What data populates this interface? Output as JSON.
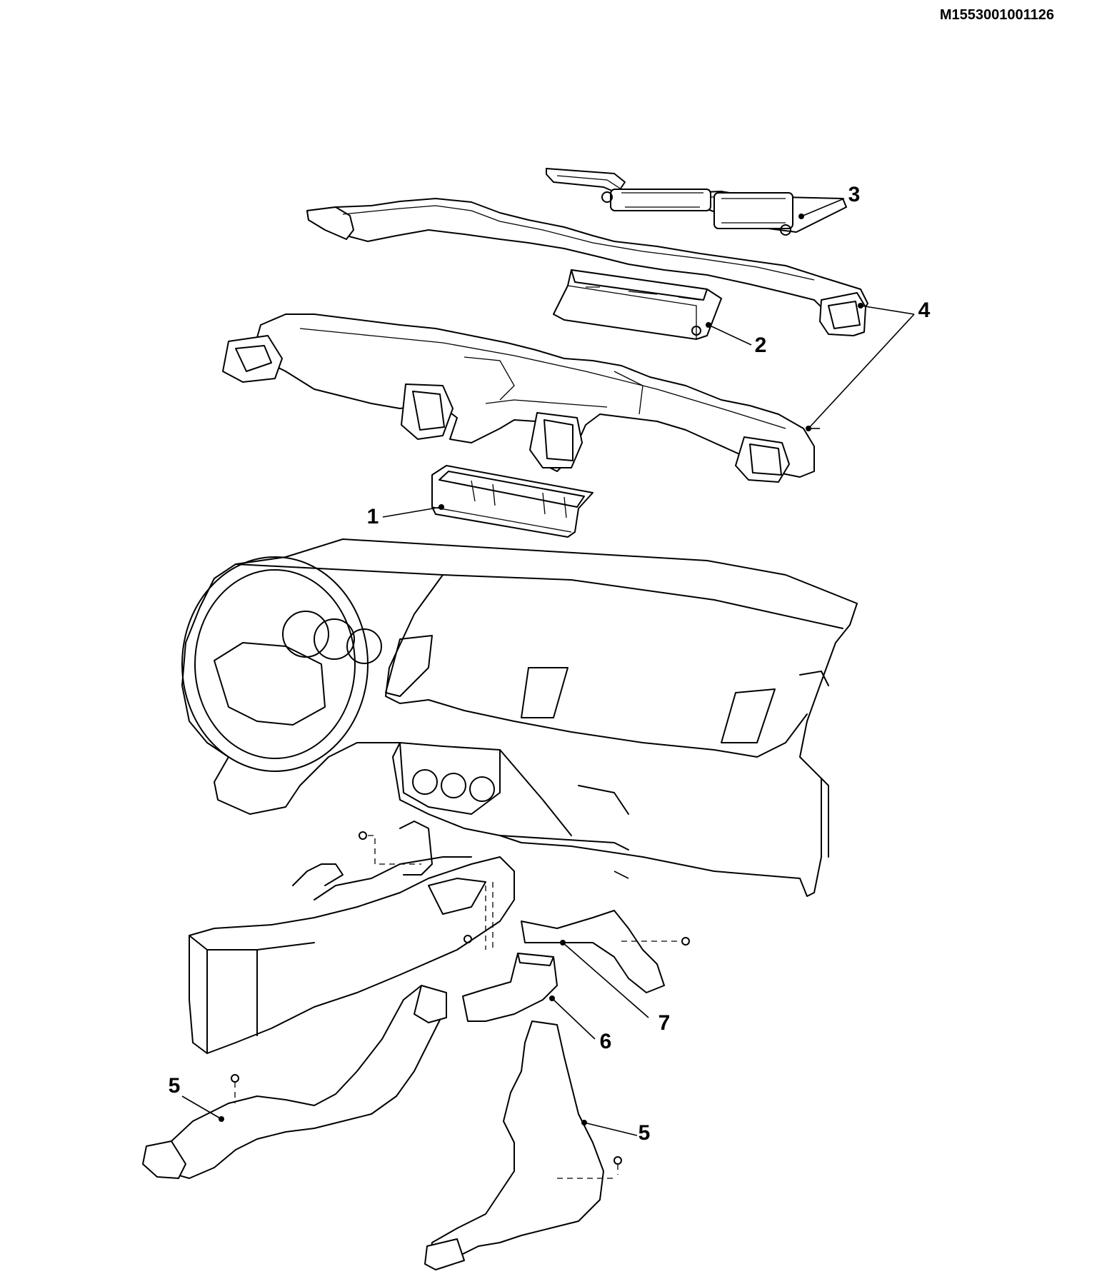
{
  "drawing_code": "M1553001001126",
  "callouts": [
    {
      "id": "1",
      "label": "1"
    },
    {
      "id": "2",
      "label": "2"
    },
    {
      "id": "3",
      "label": "3"
    },
    {
      "id": "4",
      "label": "4"
    },
    {
      "id": "5a",
      "label": "5"
    },
    {
      "id": "5b",
      "label": "5"
    },
    {
      "id": "6",
      "label": "6"
    },
    {
      "id": "7",
      "label": "7"
    }
  ]
}
